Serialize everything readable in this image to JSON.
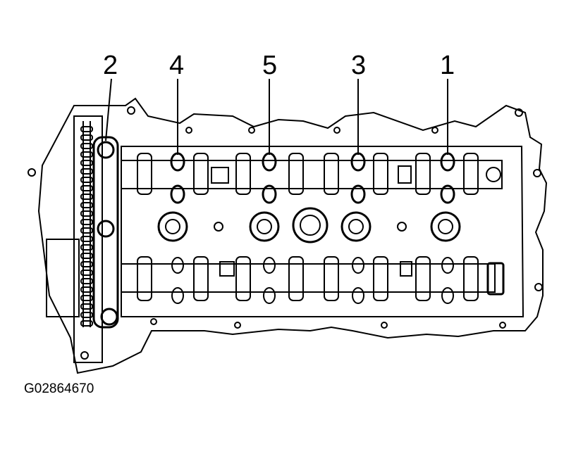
{
  "diagram": {
    "callouts": [
      {
        "id": "c2",
        "label": "2"
      },
      {
        "id": "c4",
        "label": "4"
      },
      {
        "id": "c5",
        "label": "5"
      },
      {
        "id": "c3",
        "label": "3"
      },
      {
        "id": "c1",
        "label": "1"
      }
    ],
    "figure_id": "G02864670",
    "colors": {
      "ink": "#000000",
      "paper": "#ffffff"
    }
  }
}
